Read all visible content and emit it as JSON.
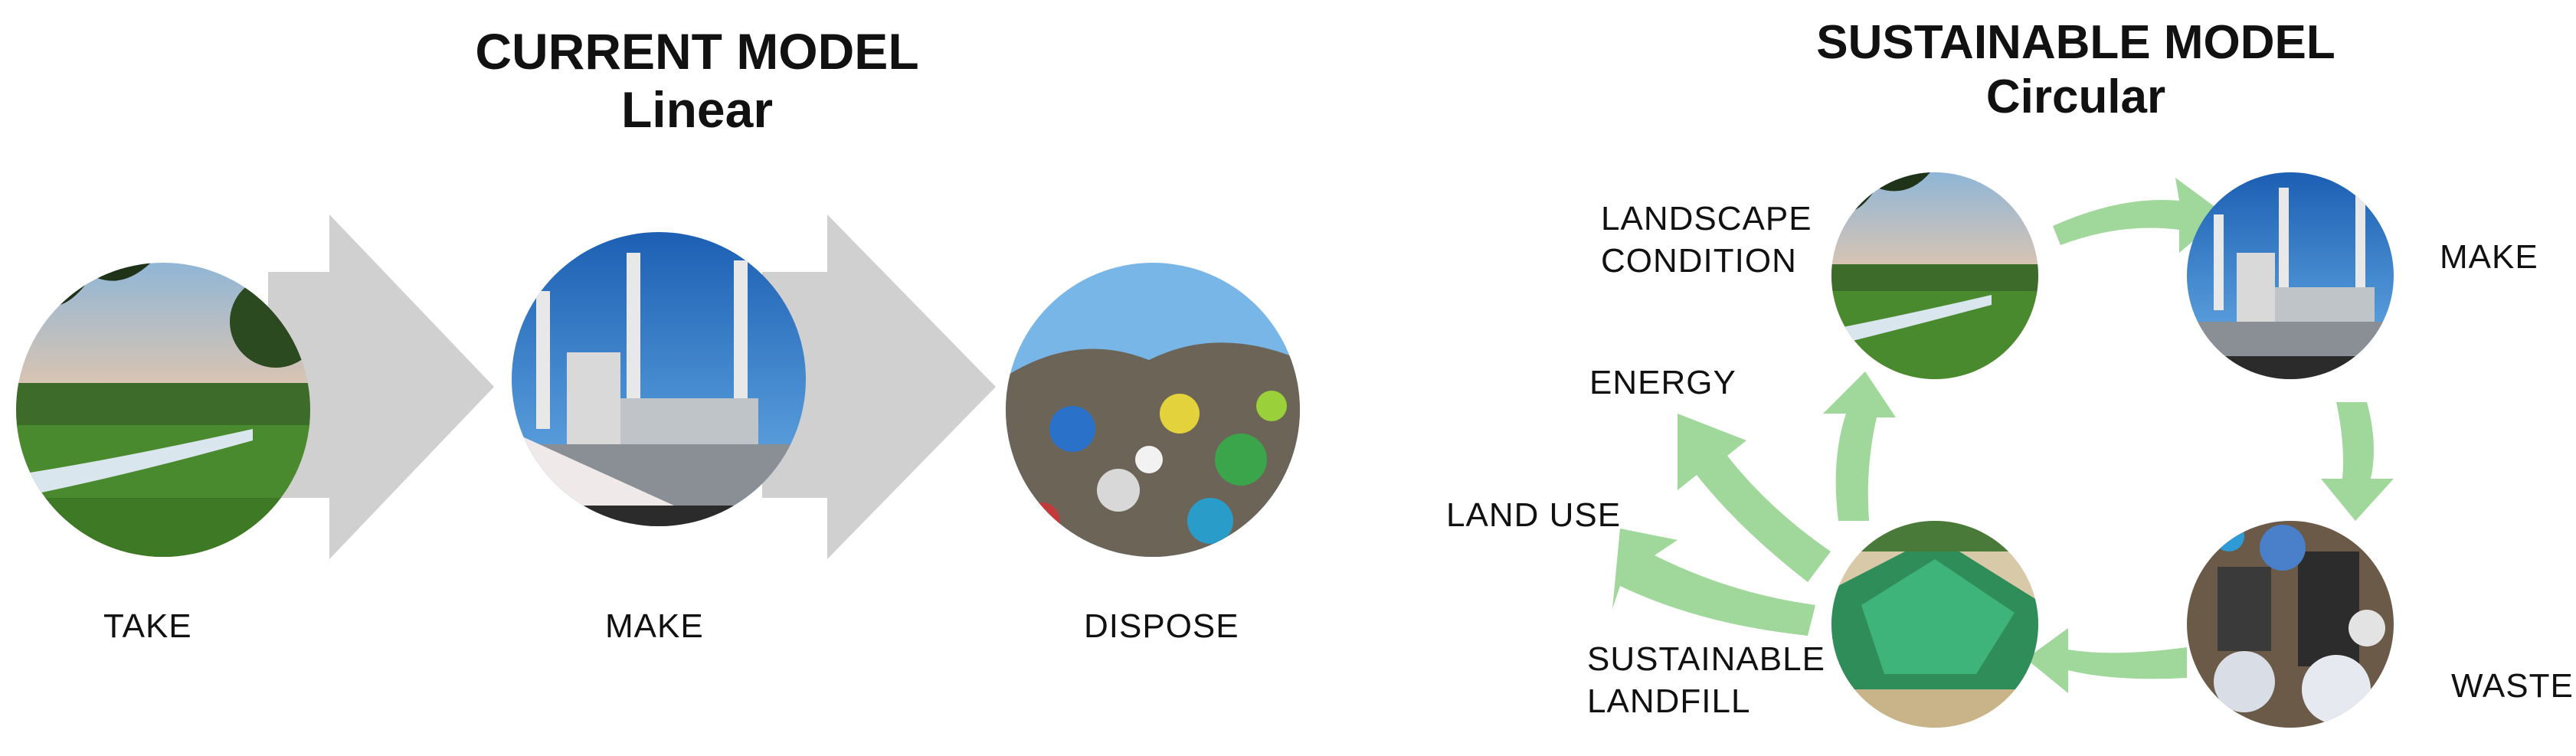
{
  "linear": {
    "title": "CURRENT MODEL",
    "subtitle": "Linear",
    "steps": [
      "TAKE",
      "MAKE",
      "DISPOSE"
    ]
  },
  "circular": {
    "title": "SUSTAINABLE MODEL",
    "subtitle": "Circular",
    "labels": {
      "landscape_1": "LANDSCAPE",
      "landscape_2": "CONDITION",
      "make": "MAKE",
      "waste": "WASTE",
      "landfill_1": "SUSTAINABLE",
      "landfill_2": "LANDFILL",
      "energy": "ENERGY",
      "land_use": "LAND USE"
    }
  },
  "colors": {
    "linear_arrow": "#d0d0d0",
    "circular_arrow": "#9fd89a",
    "sky": "#5fa6e6",
    "grass": "#4a8a2e"
  }
}
